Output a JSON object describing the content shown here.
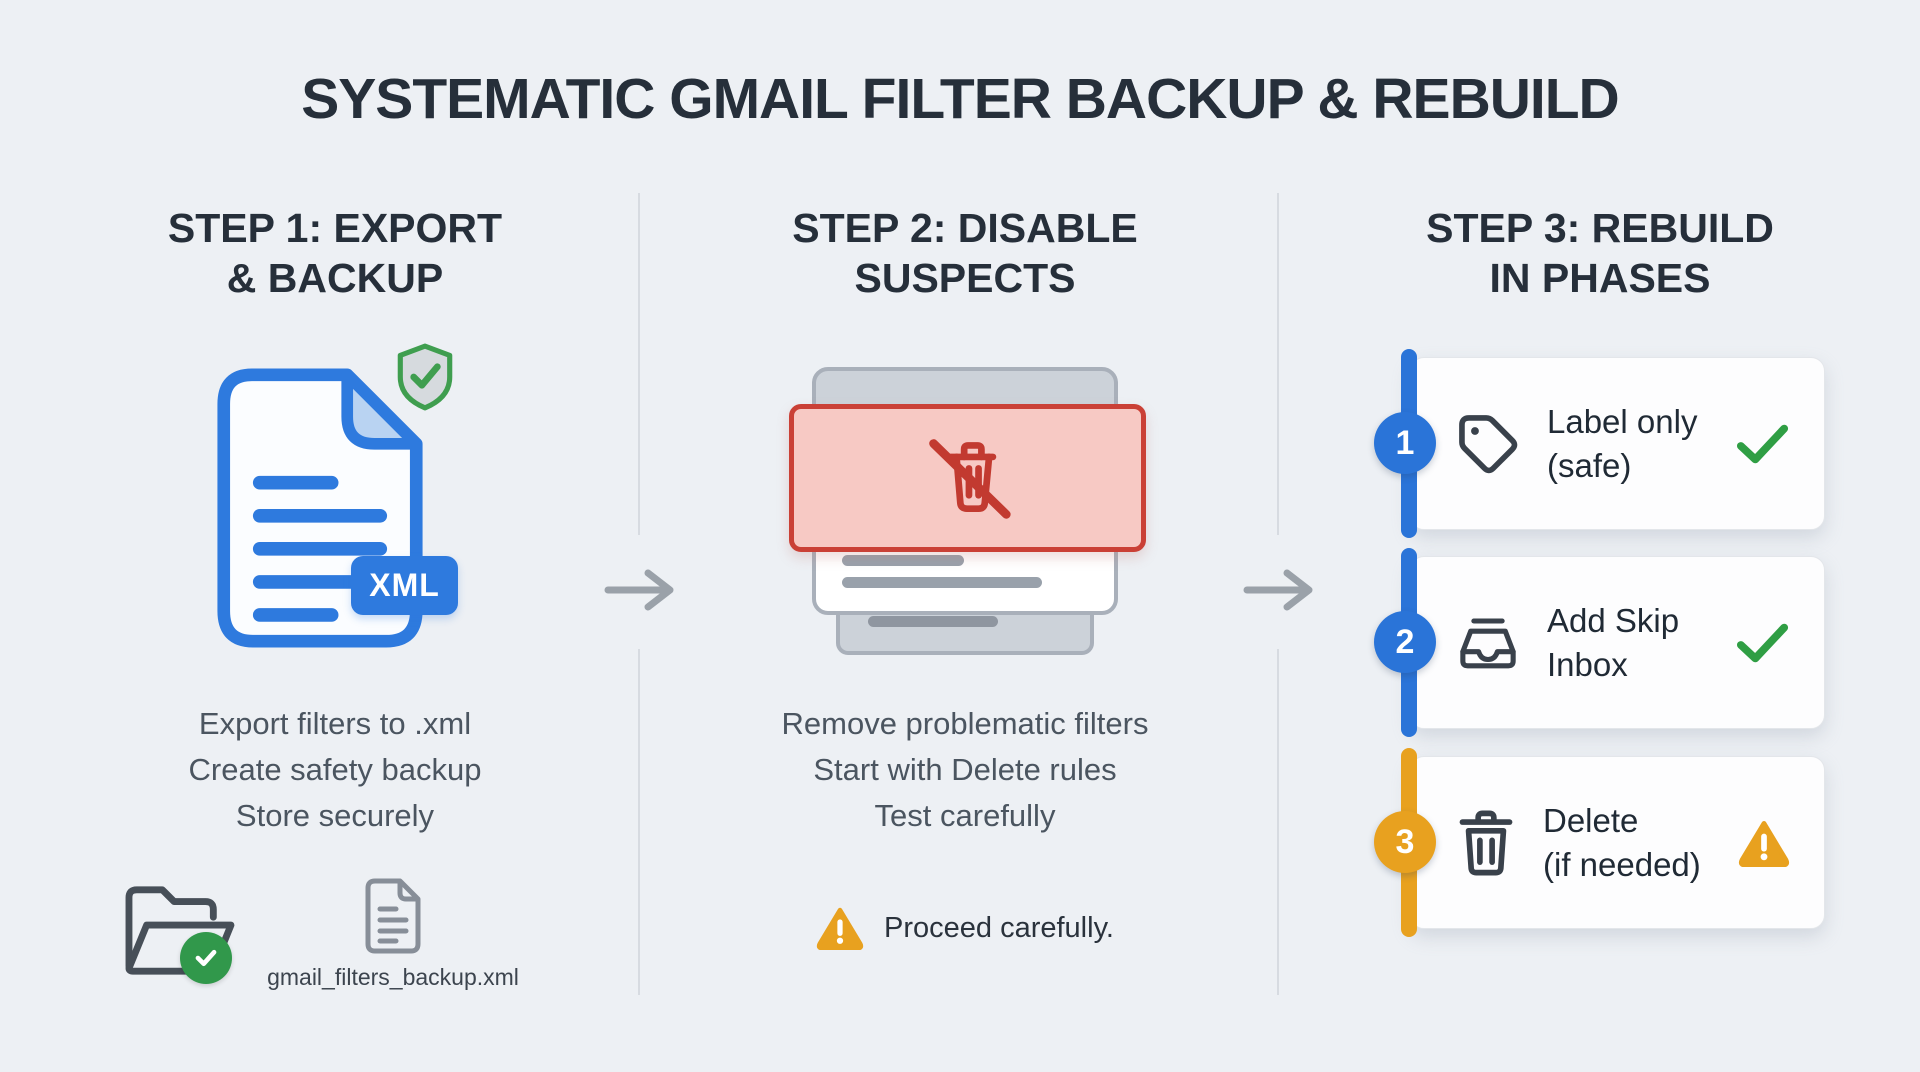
{
  "title": "SYSTEMATIC GMAIL FILTER BACKUP & REBUILD",
  "colors": {
    "background": "#edf0f4",
    "heading_text": "#262f3a",
    "body_text": "#4b5560",
    "accent_blue": "#2e7ade",
    "accent_green": "#2f9e44",
    "accent_amber": "#e8a11f",
    "accent_red": "#ca4036",
    "banner_pink": "#f7c9c4"
  },
  "step1": {
    "heading_line1": "STEP 1: EXPORT",
    "heading_line2": "& BACKUP",
    "caption_lines": [
      "Export filters to .xml",
      "Create safety backup",
      "Store securely"
    ],
    "xml_badge": "XML",
    "backup_file_label": "gmail_filters_backup.xml",
    "icons": [
      "xml-document-icon",
      "shield-check-icon",
      "folder-check-icon",
      "file-icon"
    ]
  },
  "step2": {
    "heading_line1": "STEP 2: DISABLE",
    "heading_line2": "SUSPECTS",
    "caption_lines": [
      "Remove problematic filters",
      "Start with Delete rules",
      "Test carefully"
    ],
    "warning_note": "Proceed carefully.",
    "icons": [
      "no-delete-icon",
      "warning-icon"
    ]
  },
  "step3": {
    "heading_line1": "STEP 3: REBUILD",
    "heading_line2": "IN PHASES",
    "phases": [
      {
        "number": "1",
        "label_line1": "Label only",
        "label_line2": "(safe)",
        "status": "done",
        "icon": "tag-icon",
        "accent": "blue"
      },
      {
        "number": "2",
        "label_line1": "Add Skip",
        "label_line2": "Inbox",
        "status": "done",
        "icon": "inbox-icon",
        "accent": "blue"
      },
      {
        "number": "3",
        "label_line1": "Delete",
        "label_line2": "(if needed)",
        "status": "warning",
        "icon": "trash-icon",
        "accent": "amber"
      }
    ]
  },
  "flow": {
    "arrow_icon": "arrow-right-icon"
  }
}
